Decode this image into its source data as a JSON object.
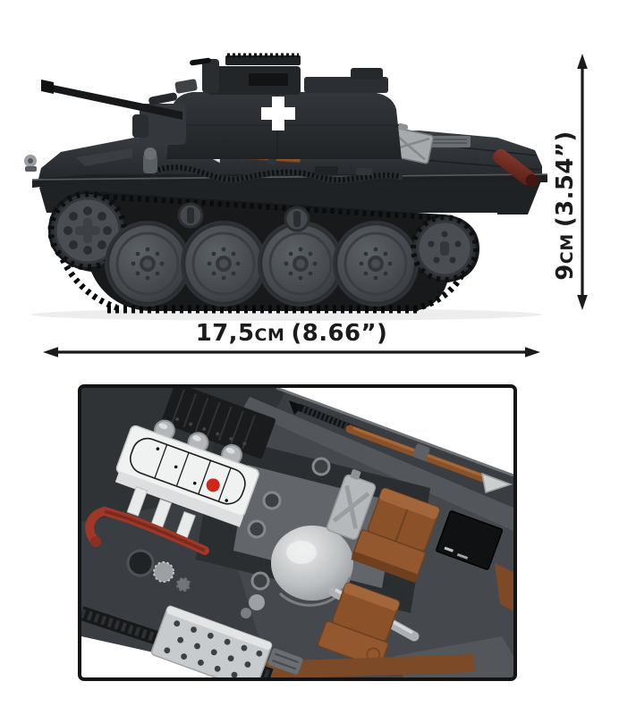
{
  "page": {
    "background": "#ffffff"
  },
  "subject": {
    "main": "brick-model-tank-side-view",
    "inset": "engine-compartment-interior-detail"
  },
  "annotations": {
    "width": {
      "value": "17,5",
      "unit": "cm",
      "imperial": "(8.66”)"
    },
    "height": {
      "value": "9",
      "unit": "cm",
      "imperial": "(3.54”)"
    }
  },
  "colors": {
    "page_bg": "#ffffff",
    "annotation": "#1b1b1b",
    "inset_border": "#141414",
    "tank_body": "#31353a",
    "tank_dark": "#1f2225",
    "track": "#17191b",
    "wheel": "#4a4e53",
    "cross": "#ffffff",
    "exhaust_red": "#7c322a",
    "wood_brown": "#8a5228",
    "seat_brown": "#8b5128",
    "engine_white": "#f0f1f1"
  }
}
